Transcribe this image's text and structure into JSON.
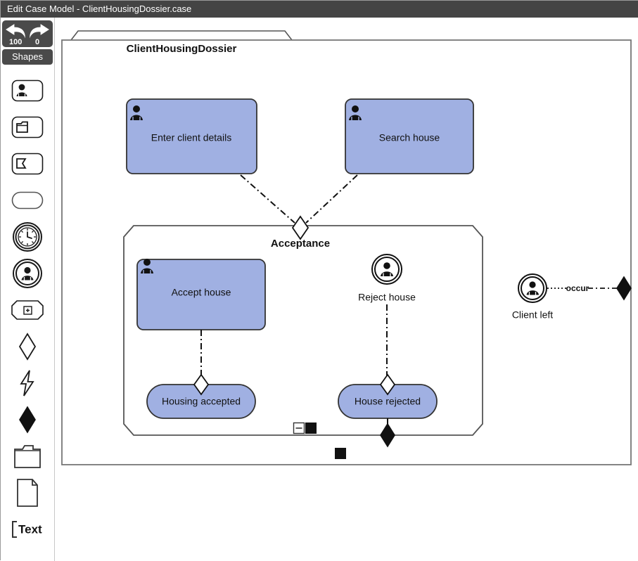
{
  "window": {
    "title": "Edit Case Model - ClientHousingDossier.case"
  },
  "toolbar": {
    "undo_icon": "undo-arrow-icon",
    "redo_icon": "redo-arrow-icon",
    "undo_count": "100",
    "redo_count": "0",
    "shapes_label": "Shapes"
  },
  "palette": {
    "items": [
      {
        "name": "human-task-shape",
        "icon": "human-task-icon"
      },
      {
        "name": "stage-shape",
        "icon": "folder-stage-icon"
      },
      {
        "name": "milestone-shape",
        "icon": "flag-milestone-icon"
      },
      {
        "name": "event-listener-shape",
        "icon": "rounded-pill-icon"
      },
      {
        "name": "timer-event-shape",
        "icon": "clock-timer-icon"
      },
      {
        "name": "user-event-shape",
        "icon": "user-event-icon"
      },
      {
        "name": "case-file-item-shape",
        "icon": "case-file-item-icon"
      },
      {
        "name": "entry-criterion-shape",
        "icon": "hollow-diamond-icon"
      },
      {
        "name": "event-shape",
        "icon": "lightning-bolt-icon"
      },
      {
        "name": "exit-criterion-shape",
        "icon": "filled-diamond-icon"
      },
      {
        "name": "folder-shape",
        "icon": "folder-icon"
      },
      {
        "name": "document-shape",
        "icon": "document-page-icon"
      },
      {
        "name": "text-annotation-shape",
        "icon": "text-annotation-icon",
        "label": "Text"
      }
    ]
  },
  "diagram": {
    "case_plan": {
      "label": "ClientHousingDossier"
    },
    "stage": {
      "label": "Acceptance"
    },
    "tasks": [
      {
        "label": "Enter client details",
        "type": "human-task"
      },
      {
        "label": "Search house",
        "type": "human-task"
      },
      {
        "label": "Accept house",
        "type": "human-task"
      }
    ],
    "user_events": [
      {
        "label": "Reject house"
      },
      {
        "label": "Client left"
      }
    ],
    "milestones": [
      {
        "label": "Housing accepted"
      },
      {
        "label": "House rejected"
      }
    ],
    "connector_labels": [
      {
        "label": "occur"
      }
    ],
    "colors": {
      "shape_fill": "#a0b0e2",
      "shape_stroke": "#333333",
      "container_stroke": "#777777",
      "titlebar_bg": "#444444",
      "rail_button_bg": "#4a4a4a"
    }
  }
}
